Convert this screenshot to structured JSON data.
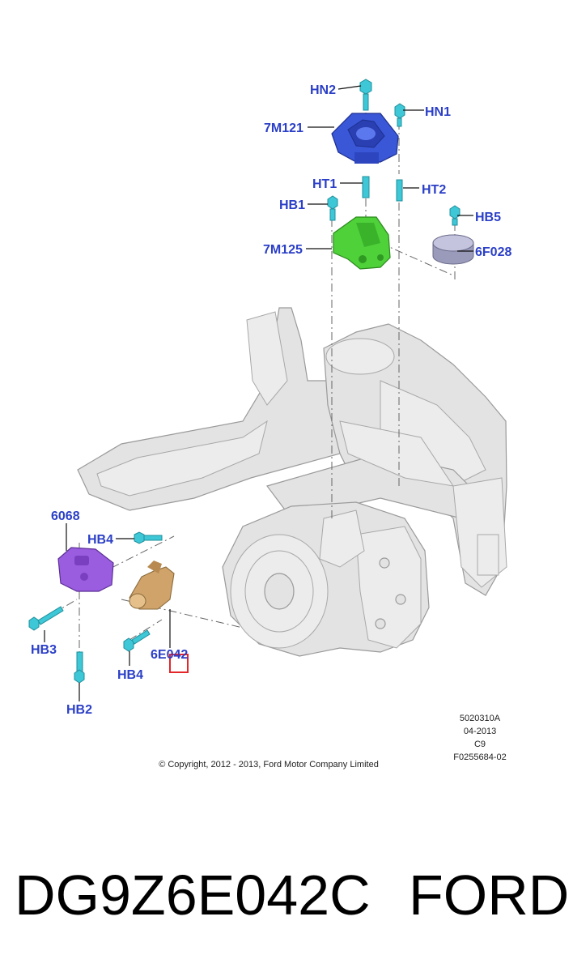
{
  "callouts": {
    "hn2": "HN2",
    "hn1": "HN1",
    "m121": "7M121",
    "ht1": "HT1",
    "ht2": "HT2",
    "hb1": "HB1",
    "hb5": "HB5",
    "m125": "7M125",
    "f028": "6F028",
    "p6068": "6068",
    "hb4_top": "HB4",
    "hb3": "HB3",
    "hb4_bottom": "HB4",
    "e042": "6E042",
    "hb2": "HB2"
  },
  "drawing_info": {
    "line1": "5020310A",
    "line2": "04-2013",
    "line3": "C9",
    "line4": "F0255684-02"
  },
  "copyright": "© Copyright, 2012 - 2013, Ford Motor Company Limited",
  "footer": {
    "part_number": "DG9Z6E042C",
    "brand": "FORD"
  },
  "colors": {
    "callout_text": "#2b3fc7",
    "upper_mount": "#3a57d8",
    "bracket": "#4fd13a",
    "cap": "#a9a9c9",
    "lower_mount": "#9a5de0",
    "bracket_lower": "#cfa36a",
    "bolts": "#3ec7d6",
    "highlight_box": "#e3262a"
  }
}
